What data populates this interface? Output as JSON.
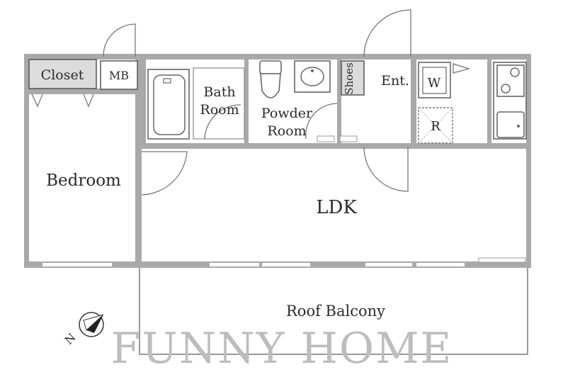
{
  "rooms": {
    "closet": "Closet",
    "mb": "MB",
    "bath_line1": "Bath",
    "bath_line2": "Room",
    "powder_line1": "Powder",
    "powder_line2": "Room",
    "shoes": "Shoes",
    "entrance": "Ent.",
    "washer": "W",
    "refrigerator": "R",
    "bedroom": "Bedroom",
    "ldk": "LDK",
    "balcony": "Roof Balcony"
  },
  "compass": {
    "north_label": "N"
  },
  "watermark": "FUNNY HOME"
}
